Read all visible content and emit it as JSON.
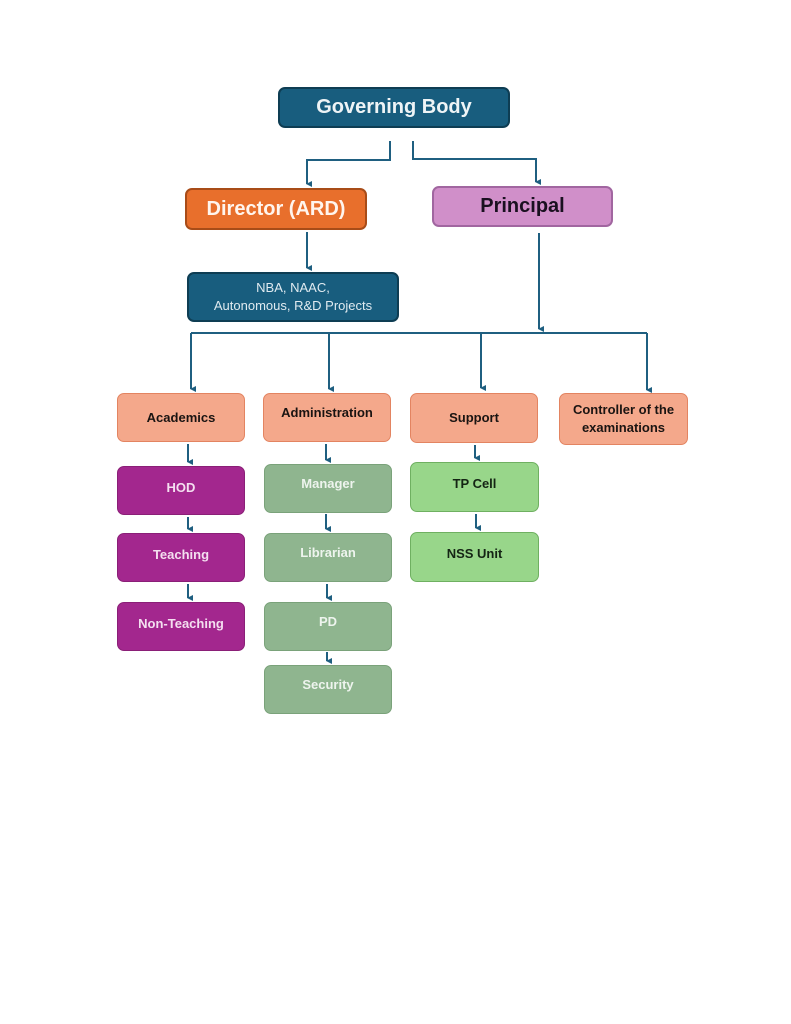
{
  "diagram": {
    "type": "organization-chart",
    "colors": {
      "connector": "#1f5f80",
      "governing_body": "#185d7e",
      "director": "#e86f2c",
      "principal": "#d08fc9",
      "nba": "#185d7e",
      "department": "#f4a88b",
      "academics_children": "#a3278e",
      "administration_children": "#8fb58f",
      "support_children": "#98d68a"
    },
    "nodes": {
      "governing_body": "Governing Body",
      "director": "Director (ARD)",
      "principal": "Principal",
      "nba_line1": "NBA, NAAC,",
      "nba_line2": "Autonomous, R&D Projects",
      "academics": "Academics",
      "administration": "Administration",
      "support": "Support",
      "controller_line1": "Controller of the",
      "controller_line2": "examinations",
      "hod": "HOD",
      "teaching": "Teaching",
      "non_teaching": "Non-Teaching",
      "manager": "Manager",
      "librarian": "Librarian",
      "pd": "PD",
      "security": "Security",
      "tp_cell": "TP Cell",
      "nss_unit": "NSS Unit"
    },
    "edges": [
      [
        "Governing Body",
        "Director (ARD)"
      ],
      [
        "Governing Body",
        "Principal"
      ],
      [
        "Director (ARD)",
        "NBA, NAAC, Autonomous, R&D Projects"
      ],
      [
        "Principal",
        "Academics"
      ],
      [
        "Principal",
        "Administration"
      ],
      [
        "Principal",
        "Support"
      ],
      [
        "Principal",
        "Controller of the examinations"
      ],
      [
        "Academics",
        "HOD"
      ],
      [
        "HOD",
        "Teaching"
      ],
      [
        "Teaching",
        "Non-Teaching"
      ],
      [
        "Administration",
        "Manager"
      ],
      [
        "Manager",
        "Librarian"
      ],
      [
        "Librarian",
        "PD"
      ],
      [
        "PD",
        "Security"
      ],
      [
        "Support",
        "TP Cell"
      ],
      [
        "TP Cell",
        "NSS Unit"
      ]
    ]
  }
}
